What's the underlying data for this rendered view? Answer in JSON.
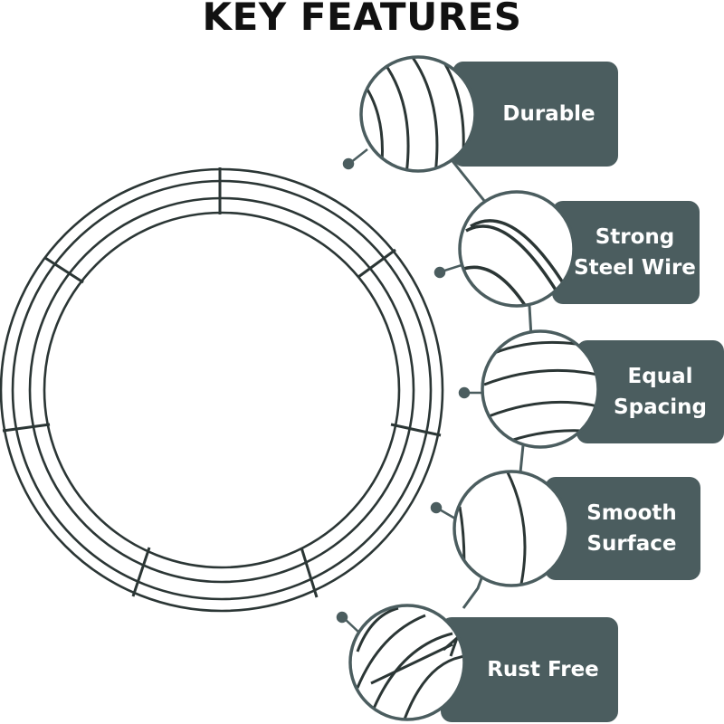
{
  "title": "KEY FEATURES",
  "colors": {
    "card": "#4b5d5f",
    "wire": "#2b3635",
    "text": "#ffffff",
    "title": "#111111"
  },
  "features": [
    {
      "label": "Durable",
      "icon": "wire-closeup-parallel-icon"
    },
    {
      "label": "Strong\nSteel Wire",
      "icon": "wire-closeup-double-curve-icon"
    },
    {
      "label": "Equal\nSpacing",
      "icon": "wire-closeup-spaced-arcs-icon"
    },
    {
      "label": "Smooth\nSurface",
      "icon": "wire-closeup-smooth-icon"
    },
    {
      "label": "Rust Free",
      "icon": "wire-closeup-joint-icon"
    }
  ]
}
